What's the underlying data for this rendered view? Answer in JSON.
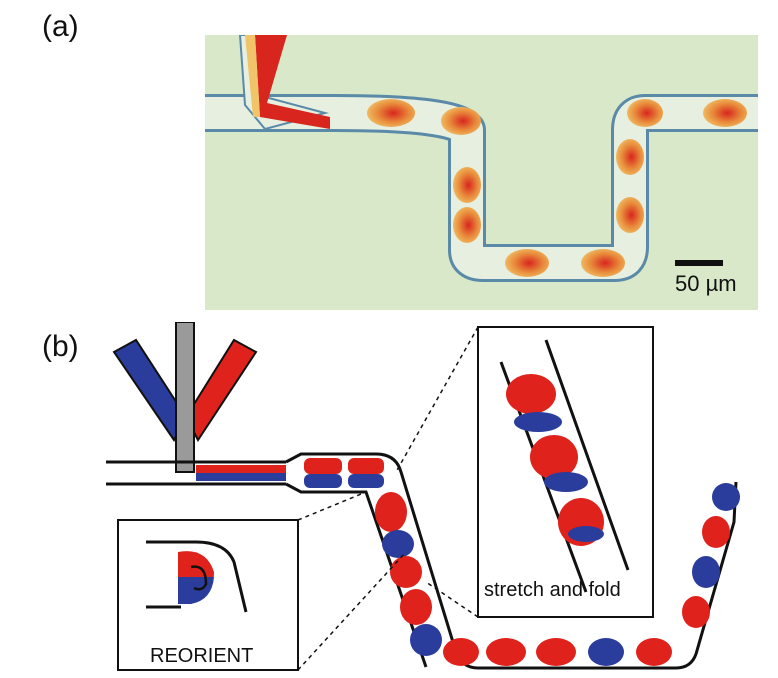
{
  "figure": {
    "panel_a": {
      "label": "(a)",
      "scale_bar": "50 µm"
    },
    "panel_b": {
      "label": "(b)",
      "inset_left_caption": "REORIENT",
      "inset_right_caption": "stretch and fold"
    }
  },
  "colors": {
    "background_micrograph": "#d8e8c8",
    "channel_wall": "#5a8aa8",
    "droplet_orange": "#e88a3a",
    "droplet_red": "#d8261e",
    "reagent_blue": "#2a3c9c",
    "reagent_red": "#e0221c",
    "center_gray": "#9a9a9a"
  }
}
